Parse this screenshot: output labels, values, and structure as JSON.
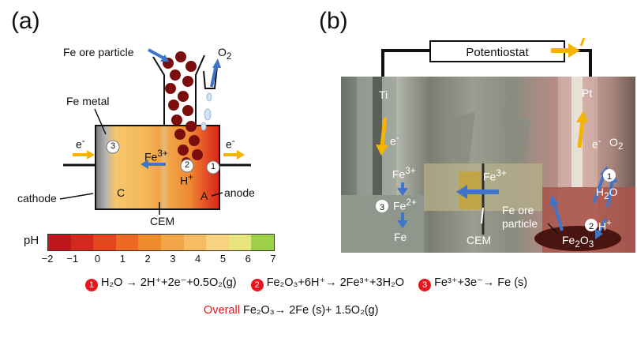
{
  "panel_a": {
    "letter": "(a)",
    "fe_ore_particle": "Fe ore particle",
    "o2": "O",
    "o2_sub": "2",
    "fe_metal": "Fe metal",
    "e_left": "e",
    "e_right": "e",
    "e_sup": "-",
    "fe3": "Fe",
    "fe3_sup": "3+",
    "h_plus": "H",
    "h_sup": "+",
    "c": "C",
    "a": "A",
    "cathode": "cathode",
    "anode": "anode",
    "cem": "CEM",
    "step1": "1",
    "step2": "2",
    "step3": "3"
  },
  "ph_scale": {
    "label": "pH",
    "ticks": [
      "−2",
      "−1",
      "0",
      "1",
      "2",
      "3",
      "4",
      "5",
      "6",
      "7"
    ],
    "colors": [
      "#c0161d",
      "#d42a1d",
      "#e3461f",
      "#ea6a24",
      "#ef8a2e",
      "#f3a54a",
      "#f6bb63",
      "#f8d27e",
      "#e8e47e",
      "#9fd04a"
    ]
  },
  "panel_b": {
    "letter": "(b)",
    "potentiostat": "Potentiostat",
    "ti": "Ti",
    "pt": "Pt",
    "e_left": "e",
    "e_right": "e",
    "e_sup": "-",
    "o2": "O",
    "o2_sub": "2",
    "fe3_left": "Fe",
    "fe3_center": "Fe",
    "fe3_sup": "3+",
    "fe2": "Fe",
    "fe2_sup": "2+",
    "fe": "Fe",
    "cem": "CEM",
    "h2o": "H",
    "h2o_sub": "2",
    "h2o_tail": "O",
    "h_plus": "H",
    "h_sup": "+",
    "fe_ore_1": "Fe ore",
    "fe_ore_2": "particle",
    "fe2o3_a": "Fe",
    "fe2o3_sub1": "2",
    "fe2o3_b": "O",
    "fe2o3_sub2": "3",
    "step1": "1",
    "step2": "2",
    "step3": "3"
  },
  "equations": {
    "eq1_num": "1",
    "eq1": "H₂O → 2H⁺+2e⁻+0.5O₂(g)",
    "eq2_num": "2",
    "eq2": "Fe₂O₃+6H⁺→ 2Fe³⁺+3H₂O",
    "eq3_num": "3",
    "eq3": "Fe³⁺+3e⁻→ Fe (s)",
    "overall_label": "Overall",
    "overall": "Fe₂O₃→ 2Fe (s)+ 1.5O₂(g)"
  },
  "colors": {
    "arrow_blue": "#3f74c8",
    "arrow_yellow": "#f5b400",
    "particle": "#7b0d0d",
    "badge_red": "#e8161b"
  }
}
